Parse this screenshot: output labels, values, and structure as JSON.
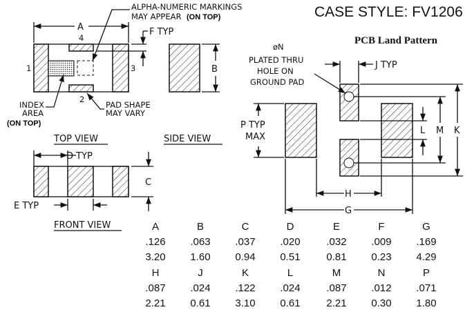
{
  "title": "CASE STYLE: FV1206",
  "pcb_title": "PCB Land Pattern",
  "top_view": {
    "label": "TOP VIEW",
    "dim_a": "A",
    "dim_f": "F  TYP",
    "pin1": "1",
    "pin2": "2",
    "pin3": "3",
    "pin4": "4",
    "marking_note_1": "ALPHA-NUMERIC MARKINGS",
    "marking_note_2": "MAY APPEAR",
    "on_top": "(ON TOP)",
    "index_1": "INDEX",
    "index_2": "AREA",
    "index_3": "(ON TOP)",
    "pad_note_1": "PAD SHAPE",
    "pad_note_2": "MAY VARY"
  },
  "side_view": {
    "label": "SIDE VIEW",
    "dim_b": "B"
  },
  "front_view": {
    "label": "FRONT VIEW",
    "dim_c": "C",
    "dim_d": "D  TYP",
    "dim_e": "E  TYP"
  },
  "land": {
    "n": "øN",
    "note_1": "PLATED THRU",
    "note_2": "HOLE ON",
    "note_3": "GROUND PAD",
    "j": "J  TYP",
    "p1": "P  TYP",
    "p2": "MAX",
    "l": "L",
    "m": "M",
    "k": "K",
    "h": "H",
    "g": "G"
  },
  "dimensions": [
    {
      "name": "A",
      "inch": ".126",
      "mm": "3.20"
    },
    {
      "name": "B",
      "inch": ".063",
      "mm": "1.60"
    },
    {
      "name": "C",
      "inch": ".037",
      "mm": "0.94"
    },
    {
      "name": "D",
      "inch": ".020",
      "mm": "0.51"
    },
    {
      "name": "E",
      "inch": ".032",
      "mm": "0.81"
    },
    {
      "name": "F",
      "inch": ".009",
      "mm": "0.23"
    },
    {
      "name": "G",
      "inch": ".169",
      "mm": "4.29"
    },
    {
      "name": "H",
      "inch": ".087",
      "mm": "2.21"
    },
    {
      "name": "J",
      "inch": ".024",
      "mm": "0.61"
    },
    {
      "name": "K",
      "inch": ".122",
      "mm": "3.10"
    },
    {
      "name": "L",
      "inch": ".024",
      "mm": "0.61"
    },
    {
      "name": "M",
      "inch": ".087",
      "mm": "2.21"
    },
    {
      "name": "N",
      "inch": ".012",
      "mm": "0.30"
    },
    {
      "name": "P",
      "inch": ".071",
      "mm": "1.80"
    }
  ]
}
